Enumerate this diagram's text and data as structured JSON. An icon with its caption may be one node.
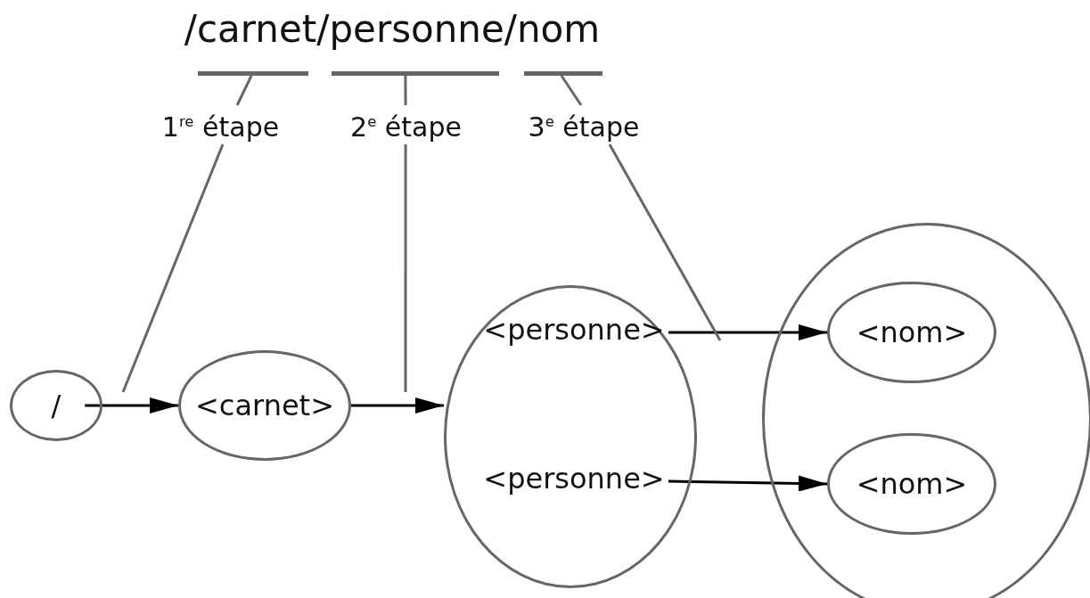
{
  "diagram": {
    "title": "/carnet/personne/nom",
    "nodes": [
      {
        "text": [
          "/"
        ]
      },
      {
        "text": [
          "<carnet>"
        ]
      },
      {
        "text": [],
        "shape": "circle"
      },
      {
        "text": [
          "<personne>"
        ],
        "in": 2
      },
      {
        "text": [
          "<personne>"
        ],
        "in": 2
      },
      {
        "text": [],
        "shape": "circle"
      },
      {
        "text": [
          "<nom>"
        ],
        "in": 5
      },
      {
        "text": [
          "<nom>"
        ],
        "in": 5
      },
      {
        "text": [],
        "shape": "bar"
      },
      {
        "text": [],
        "shape": "bar"
      },
      {
        "text": [],
        "shape": "bar"
      },
      {
        "text": [
          "1$^{re}$ étape"
        ]
      },
      {
        "text": [
          "2$^{e}$ étape"
        ]
      },
      {
        "text": [
          "3$^{e}$ étape"
        ]
      }
    ],
    "edges": [
      {
        "from": 0,
        "to": 1,
        "arrow": "to",
        "color": "#000000"
      },
      {
        "from": 1,
        "to": 2,
        "arrow": "to",
        "color": "#000000"
      },
      {
        "from": 3,
        "to": 6,
        "arrow": "to",
        "color": "#000000"
      },
      {
        "from": 4,
        "to": 7,
        "arrow": "to",
        "color": "#000000"
      },
      {
        "from": 8,
        "to": 11,
        "arrow": "none"
      },
      {
        "from": 11,
        "to": null,
        "arrow": "none"
      },
      {
        "from": 9,
        "to": 12,
        "arrow": "none"
      },
      {
        "from": 12,
        "to": null,
        "arrow": "none"
      },
      {
        "from": 10,
        "to": 13,
        "arrow": "none"
      },
      {
        "from": 13,
        "to": null,
        "arrow": "none"
      }
    ]
  }
}
